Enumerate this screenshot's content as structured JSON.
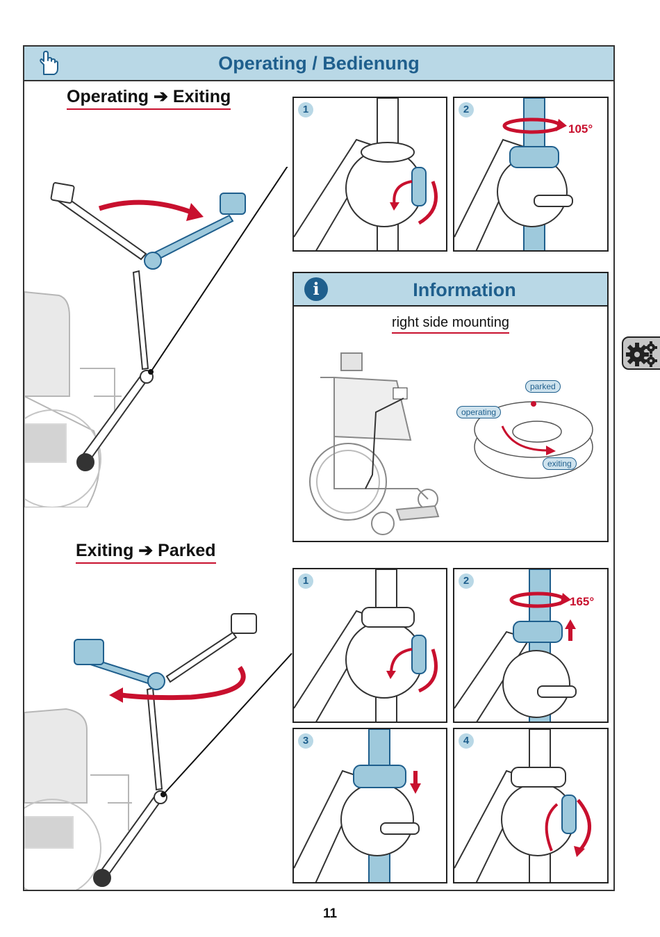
{
  "header": {
    "title": "Operating / Bedienung",
    "icon": "hand-pointer-icon"
  },
  "section1": {
    "title": "Operating ➔ Exiting",
    "steps": [
      {
        "number": "1"
      },
      {
        "number": "2",
        "angle": "105°"
      }
    ]
  },
  "section2": {
    "title": "Exiting ➔ Parked",
    "steps": [
      {
        "number": "1"
      },
      {
        "number": "2",
        "angle": "165°"
      },
      {
        "number": "3"
      },
      {
        "number": "4"
      }
    ]
  },
  "information": {
    "title": "Information",
    "icon": "info-icon",
    "subtitle": "right side mounting",
    "labels": {
      "parked": "parked",
      "operating": "operating",
      "exiting": "exiting"
    }
  },
  "side_tab": {
    "icon": "gears-icon"
  },
  "page_number": "11",
  "colors": {
    "accent_blue": "#1f5f8d",
    "header_fill": "#b9d8e6",
    "highlight_blue": "#9ec9dc",
    "arrow_red": "#c8102e"
  }
}
